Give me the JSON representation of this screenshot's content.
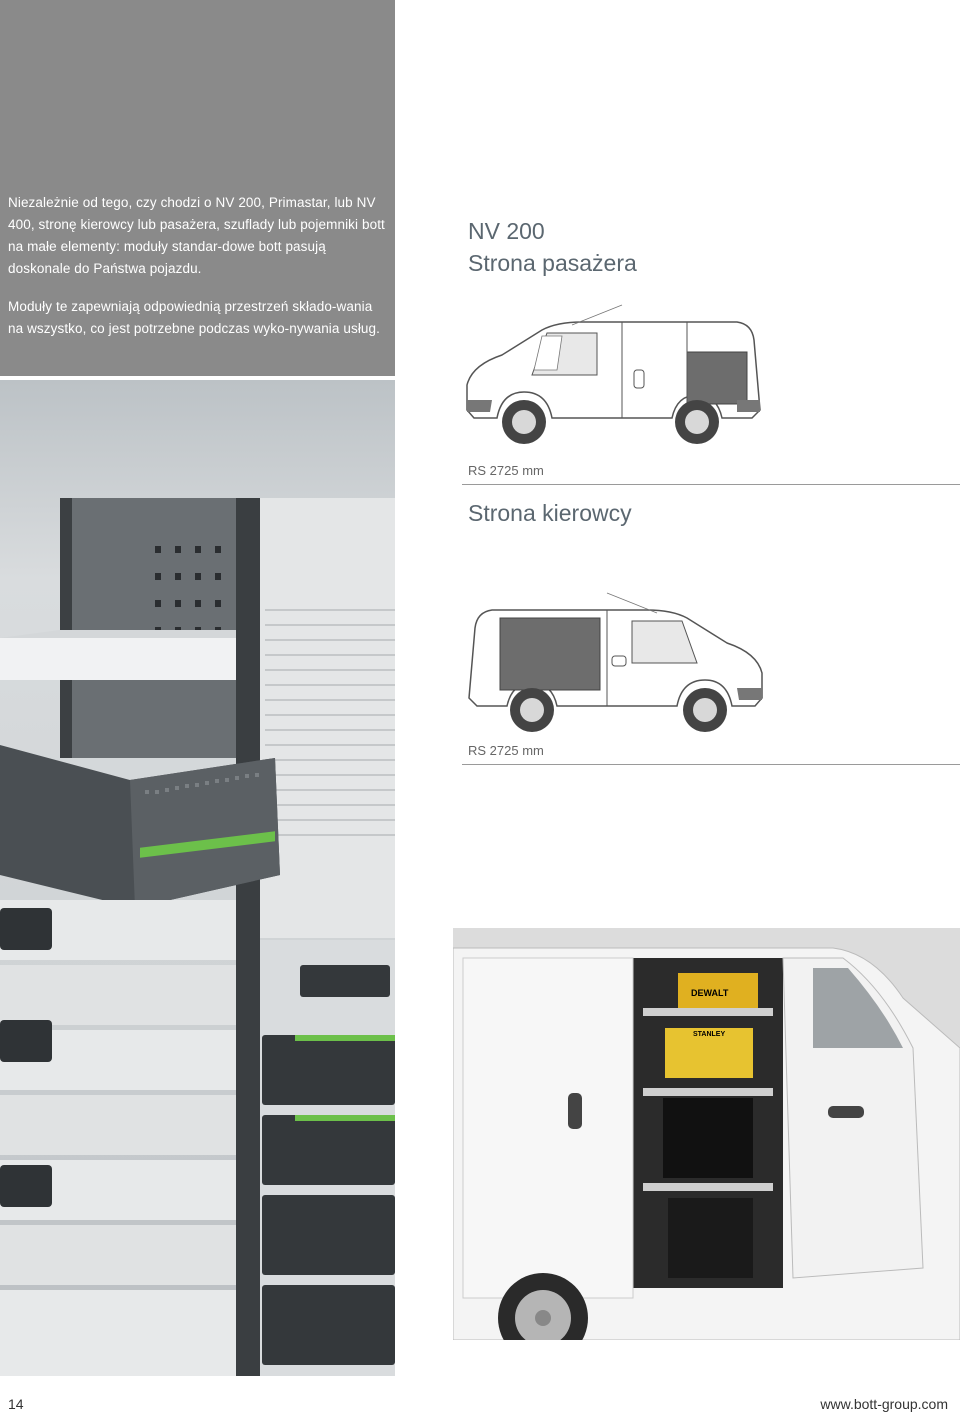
{
  "intro": {
    "paragraph1": "Niezależnie od tego, czy chodzi o NV 200, Primastar, lub NV 400, stronę kierowcy lub pasażera, szuflady lub pojemniki bott na małe elementy: moduły standar-dowe bott pasują doskonale do Państwa pojazdu.",
    "paragraph2": "Moduły te zapewniają odpowiednią przestrzeń składo-wania na wszystko, co jest potrzebne podczas wyko-nywania usług."
  },
  "passenger": {
    "model": "NV 200",
    "side": "Strona pasażera",
    "rs": "RS 2725 mm"
  },
  "driver": {
    "side": "Strona kierowcy",
    "rs": "RS 2725 mm"
  },
  "brands": {
    "dewalt": "DEWALT",
    "stanley": "STANLEY"
  },
  "footer": {
    "page": "14",
    "website": "www.bott-group.com"
  },
  "colors": {
    "panel": "#8a8a8a",
    "accent_green": "#6cc04a",
    "module_grey": "#5f6468"
  }
}
